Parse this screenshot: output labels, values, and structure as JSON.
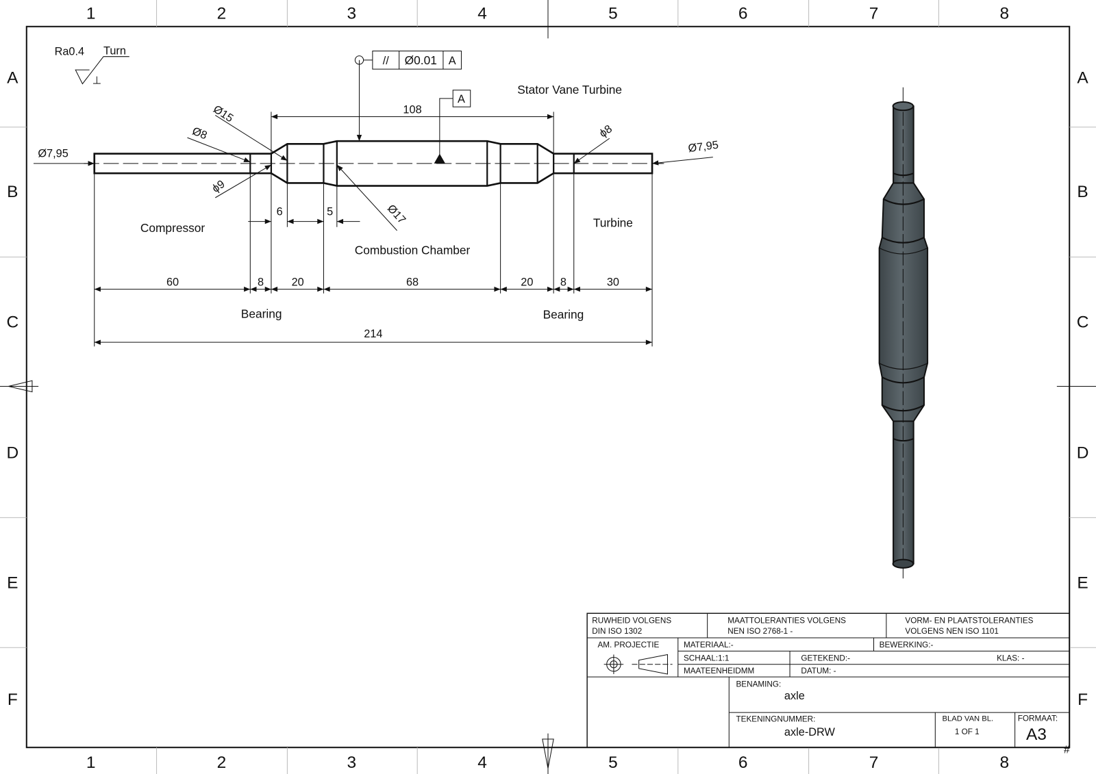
{
  "frame": {
    "columns": [
      "1",
      "2",
      "3",
      "4",
      "5",
      "6",
      "7",
      "8"
    ],
    "rows": [
      "A",
      "B",
      "C",
      "D",
      "E",
      "F"
    ]
  },
  "annotations": {
    "roughness": "Ra0.4",
    "process": "Turn",
    "perp_symbol": "⊥",
    "fcf_symbol": "//",
    "fcf_tolerance": "Ø0.01",
    "fcf_datum": "A",
    "datum_label": "A"
  },
  "labels": {
    "stator": "Stator Vane Turbine",
    "compressor": "Compressor",
    "combustion": "Combustion Chamber",
    "turbine": "Turbine",
    "bearing_left": "Bearing",
    "bearing_right": "Bearing"
  },
  "dimensions": {
    "dia_left_end": "Ø7,95",
    "dia_15": "Ø15",
    "dia_8_left": "Ø8",
    "dia_9": "ϕ9",
    "dia_17": "Ø17",
    "dia_8_right": "ϕ8",
    "dia_right_end": "Ø7,95",
    "len_108": "108",
    "len_6": "6",
    "len_5": "5",
    "chain": [
      "60",
      "8",
      "20",
      "68",
      "20",
      "8",
      "30"
    ],
    "total": "214"
  },
  "title_block": {
    "roughness_std_1": "RUWHEID VOLGENS",
    "roughness_std_2": "DIN ISO 1302",
    "dim_tol_1": "MAATTOLERANTIES VOLGENS",
    "dim_tol_2": "NEN ISO 2768-1 -",
    "form_tol_1": "VORM- EN PLAATSTOLERANTIES",
    "form_tol_2": "VOLGENS NEN ISO 1101",
    "projection": "AM. PROJECTIE",
    "material": "MATERIAAL:-",
    "processing": "BEWERKING:-",
    "scale": "SCHAAL:1:1",
    "drawn": "GETEKEND:-",
    "class": "KLAS:  -",
    "unit": "MAATEENHEIDMM",
    "date": "DATUM: -",
    "name_label": "BENAMING:",
    "name_value": "axle",
    "number_label": "TEKENINGNUMMER:",
    "number_value": "axle-DRW",
    "sheet_label": "BLAD VAN BL.",
    "sheet_value": "1 OF 1",
    "format_label": "FORMAAT:",
    "format_value": "A3",
    "corner_mark": "#"
  },
  "colors": {
    "line": "#111111",
    "shaded_part": "#4a5358",
    "part_highlight": "#6d777c"
  }
}
